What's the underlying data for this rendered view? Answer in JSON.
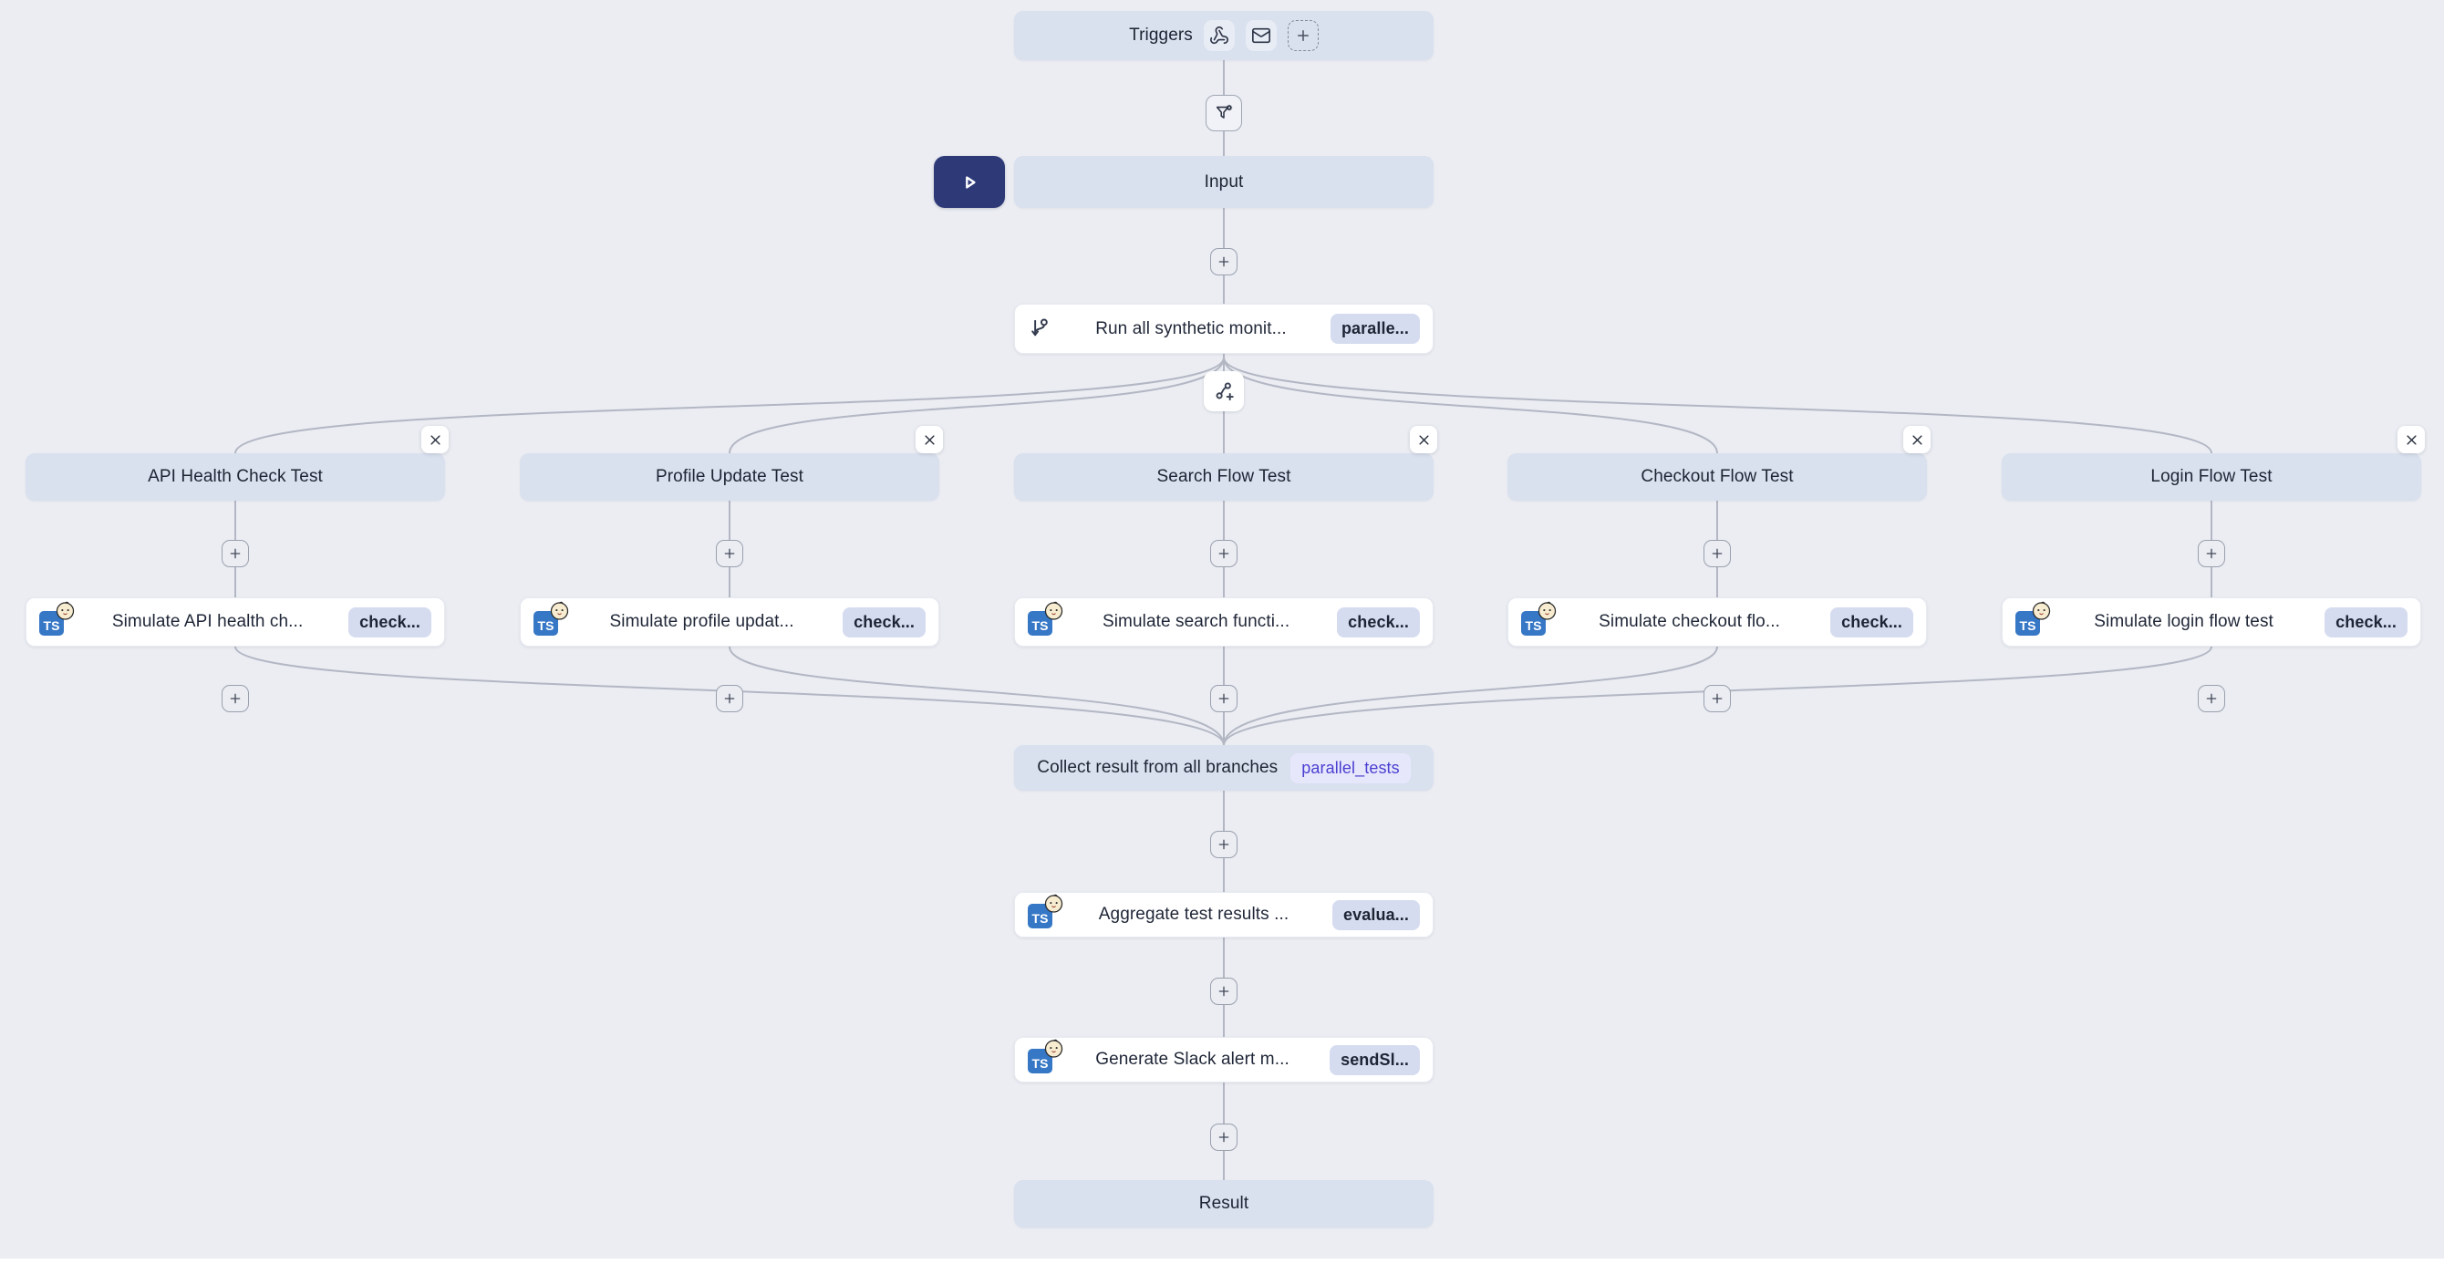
{
  "flow": {
    "triggers": {
      "label": "Triggers"
    },
    "input": {
      "label": "Input"
    },
    "run_step": {
      "title": "Run all synthetic monit...",
      "badge": "paralle..."
    },
    "branches": [
      {
        "name": "API Health Check Test",
        "step_title": "Simulate API health ch...",
        "step_badge": "check..."
      },
      {
        "name": "Profile Update Test",
        "step_title": "Simulate profile updat...",
        "step_badge": "check..."
      },
      {
        "name": "Search Flow Test",
        "step_title": "Simulate search functi...",
        "step_badge": "check..."
      },
      {
        "name": "Checkout Flow Test",
        "step_title": "Simulate checkout flo...",
        "step_badge": "check..."
      },
      {
        "name": "Login Flow Test",
        "step_title": "Simulate login flow test",
        "step_badge": "check..."
      }
    ],
    "collect_step": {
      "title": "Collect result from all branches",
      "badge": "parallel_tests"
    },
    "aggregate_step": {
      "title": "Aggregate test results ...",
      "badge": "evalua..."
    },
    "slack_step": {
      "title": "Generate Slack alert m...",
      "badge": "sendSl..."
    },
    "result": {
      "label": "Result"
    }
  },
  "icons": {
    "triggers": [
      "webhook-icon",
      "mail-icon",
      "add-trigger-plus-icon"
    ],
    "filter": "filter-settings-icon",
    "run_step": "branch-arrow-icon",
    "split": "split-branch-plus-icon",
    "step_logo": "typescript-icon",
    "step_logo_overlay": "baby-emoji-icon",
    "play": "play-icon",
    "connector_add": "plus-icon",
    "branch_close": "close-icon"
  },
  "colors": {
    "canvas_bg": "#ebedf3",
    "soft_node_bg": "#d9e0ee",
    "card_bg": "#ffffff",
    "badge_bg": "#d6dcf0",
    "badge_text": "#1d2535",
    "accent_badge_bg": "#e7e7fc",
    "accent_badge_text": "#4a3fd0",
    "play_button_bg": "#2e3a78",
    "edge_line": "#b3b7c3",
    "ts_logo_bg": "#3677c6"
  }
}
